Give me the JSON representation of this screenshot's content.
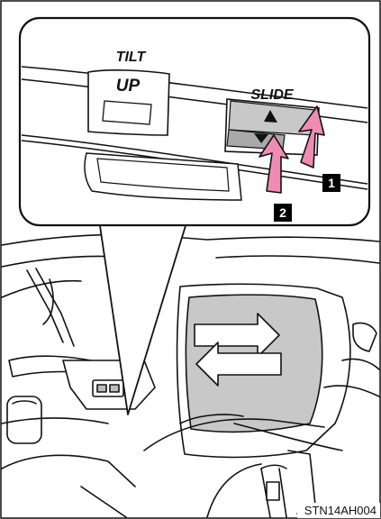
{
  "labels": {
    "tilt": "TILT",
    "up": "UP",
    "slide": "SLIDE"
  },
  "callouts": {
    "one": "1",
    "two": "2"
  },
  "figure_code": "STN14AH004",
  "colors": {
    "line": "#111111",
    "panel_gray": "#c8c8c8",
    "button_gray": "#a9a9a9",
    "arrow_pink": "#f08cb4",
    "callout_box": "#000000"
  },
  "icons": {
    "up_triangle": "slide-open-triangle-icon",
    "down_triangle": "slide-close-triangle-icon",
    "arrows": "direction-arrow-icon"
  }
}
